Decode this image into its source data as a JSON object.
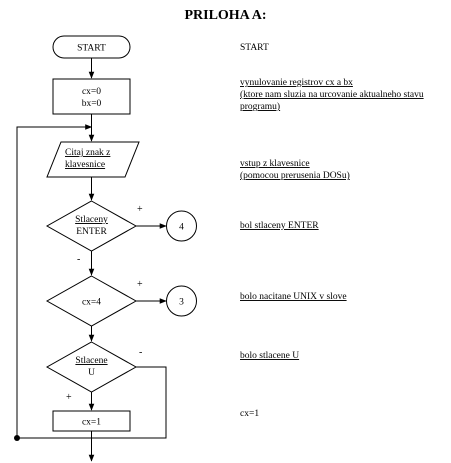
{
  "title": "PRILOHA A:",
  "flowchart": {
    "start": "START",
    "init_line1": "cx=0",
    "init_line2": "bx=0",
    "read_line1": "Citaj znak z",
    "read_line2": "klavesnice",
    "dec1_line1": "Stlaceny",
    "dec1_line2": "ENTER",
    "dec2": "cx=4",
    "dec3_line1": "Stlacene",
    "dec3_line2": "U",
    "set_cx": "cx=1",
    "conn4": "4",
    "conn3": "3",
    "plus": "+",
    "minus": "-"
  },
  "comments": {
    "start": "START",
    "init_line1": "vynulovanie registrov cx a bx",
    "init_line2": "(ktore nam sluzia na urcovanie aktualneho stavu",
    "init_line3": "programu)",
    "read_line1": "vstup z klavesnice",
    "read_line2": "(pomocou prerusenia DOSu)",
    "enter": "bol stlaceny ENTER",
    "unix": "bolo nacitane UNIX v slove",
    "u": "bolo stlacene U",
    "cx": "cx=1"
  }
}
